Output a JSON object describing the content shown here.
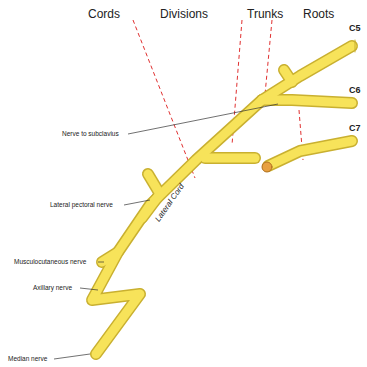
{
  "diagram": {
    "labels": [
      "Cords",
      "Divisions",
      "Trunks",
      "Roots",
      "C5",
      "C6",
      "C7",
      "Nerve to subclavius",
      "Lateral pectoral nerve",
      "Lateral Cord",
      "Musculocutaneous nerve",
      "Axillary nerve",
      "Median nerve"
    ]
  }
}
